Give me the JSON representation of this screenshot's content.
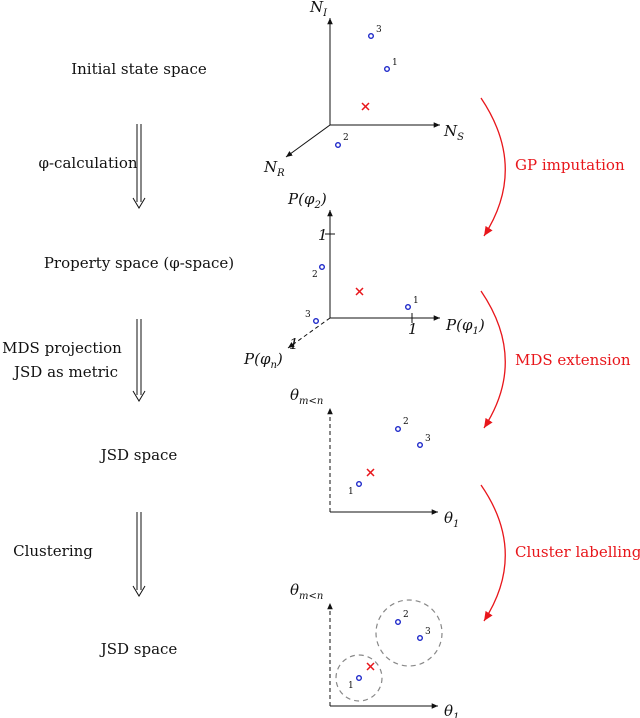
{
  "stages": [
    "Initial state space",
    "φ-calculation",
    "Property space (φ-space)",
    "MDS projection",
    "JSD as metric",
    "JSD space",
    "Clustering",
    "JSD space"
  ],
  "transitions": [
    "GP imputation",
    "MDS extension",
    "Cluster labelling"
  ],
  "axes": {
    "panel1": {
      "up": "N",
      "up_sub": "I",
      "right": "N",
      "right_sub": "S",
      "diag": "N",
      "diag_sub": "R"
    },
    "panel2": {
      "up": "P(φ",
      "up_sub": "2",
      "right": "P(φ",
      "right_sub": "1",
      "diag": "P(φ",
      "diag_sub": "n",
      "tick_up": "1",
      "tick_right": "1",
      "tick_diag": "1"
    },
    "panel3": {
      "up": "θ",
      "up_sub": "m<n",
      "right": "θ",
      "right_sub": "1"
    },
    "panel4": {
      "up": "θ",
      "up_sub": "m<n",
      "right": "θ",
      "right_sub": "1"
    }
  },
  "point_labels": [
    "1",
    "2",
    "3"
  ],
  "colors": {
    "accent": "#e8161b",
    "points": "#1b26c9",
    "cluster": "#888888"
  }
}
